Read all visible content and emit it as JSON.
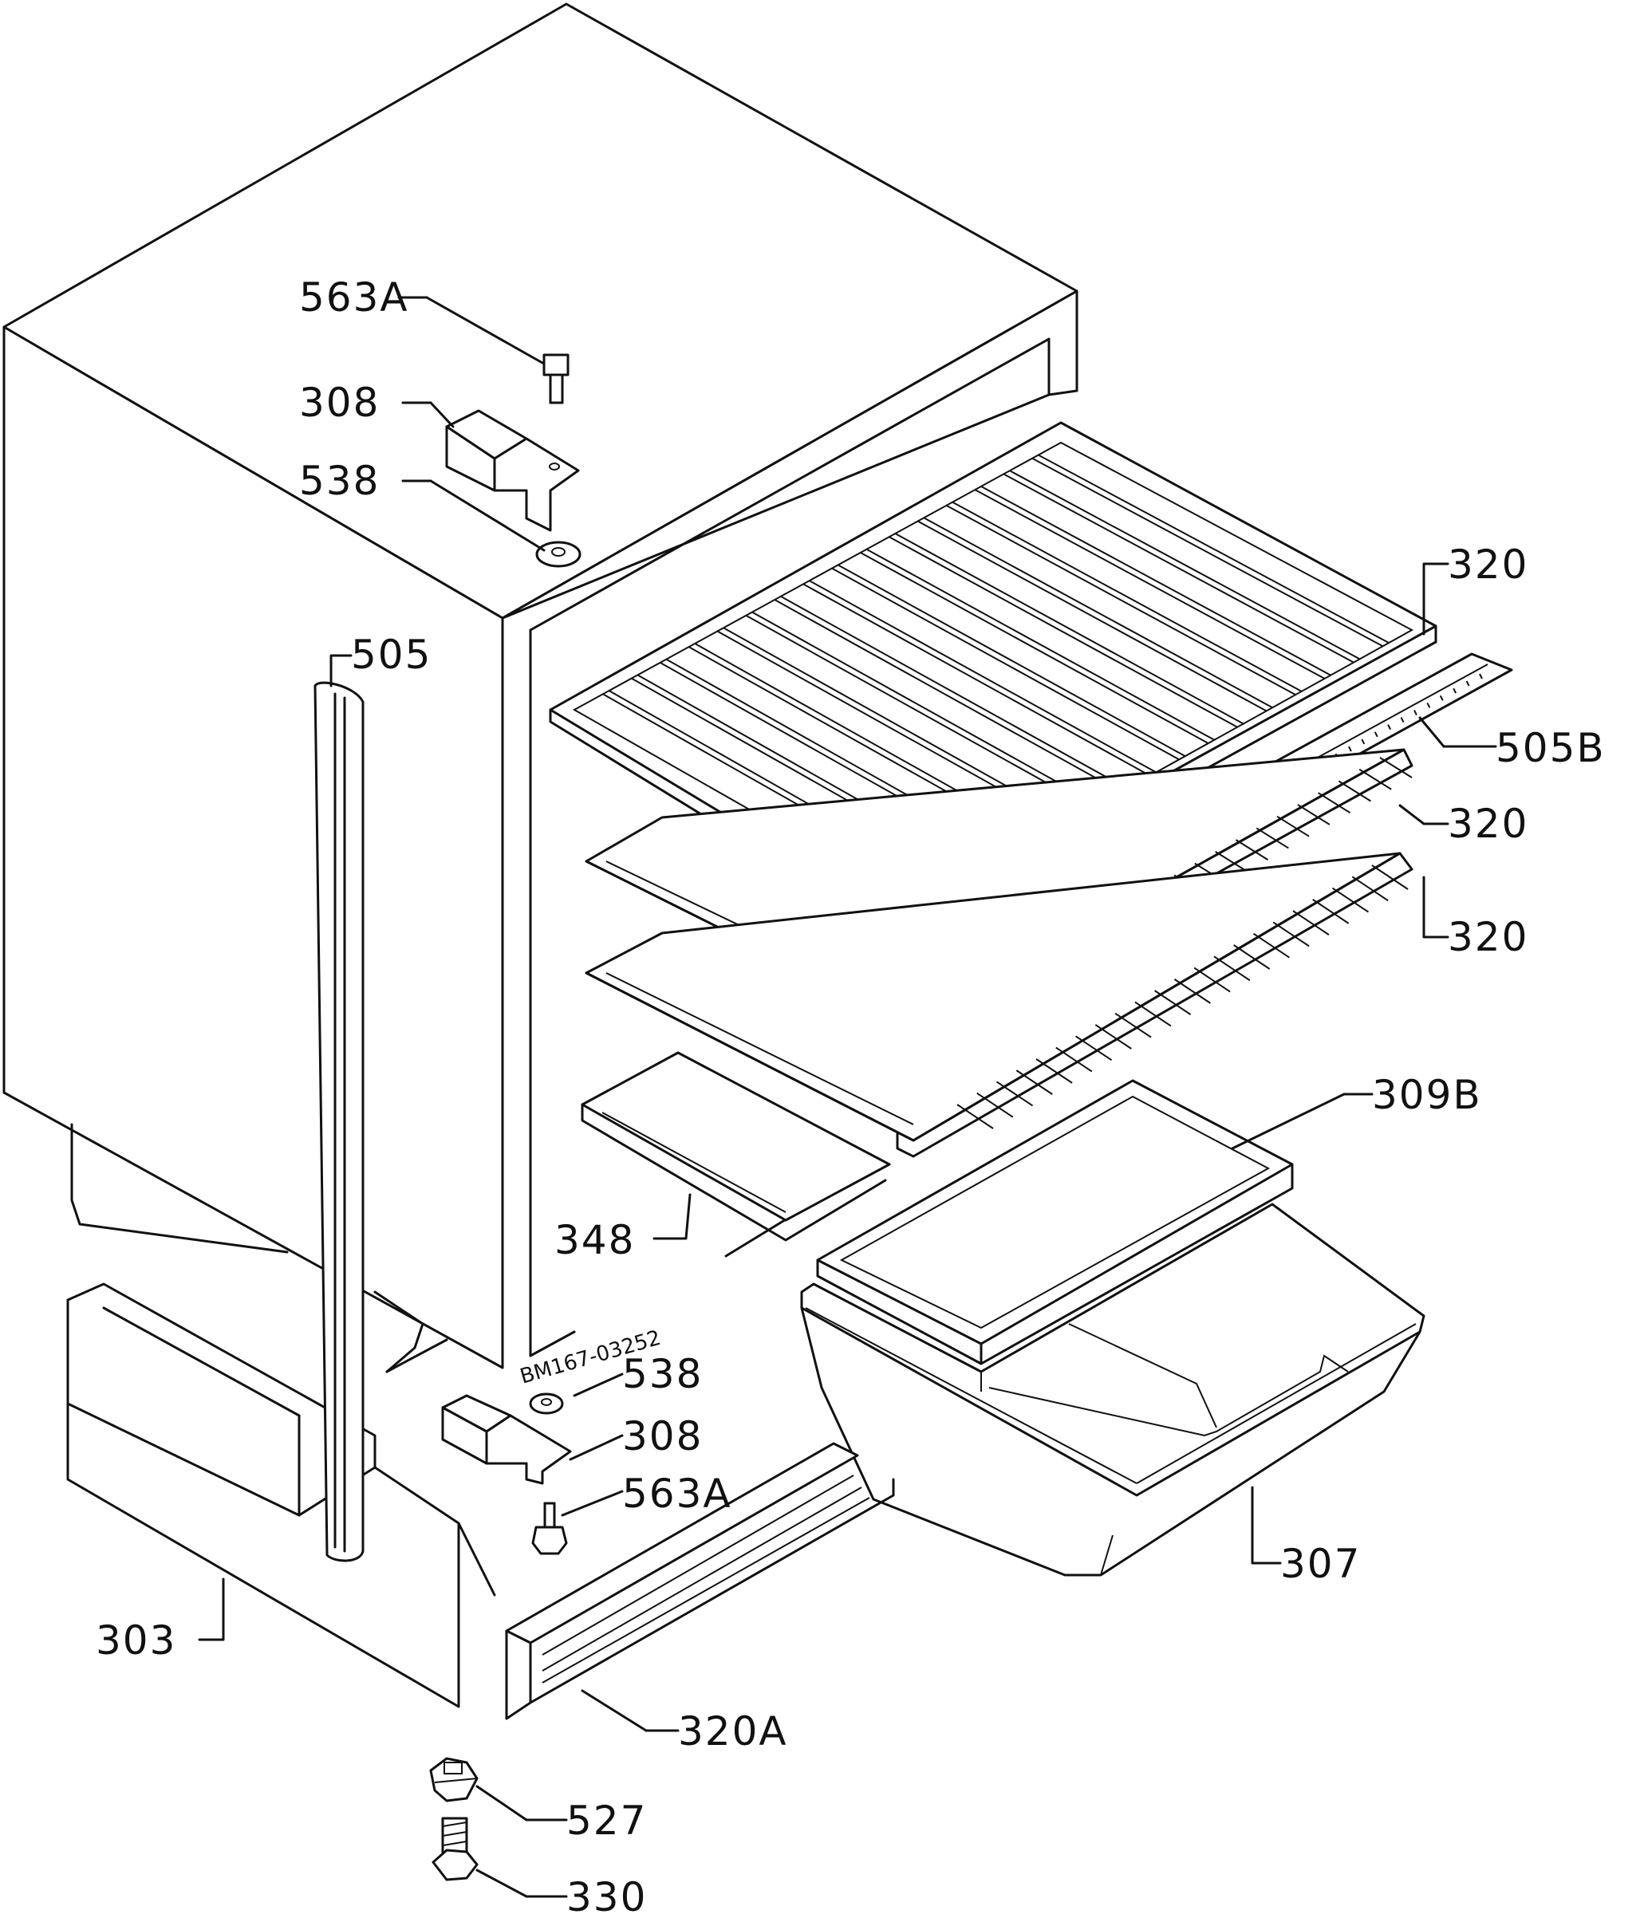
{
  "drawing_code": "BM167-03252",
  "parts": {
    "p563a_top": "563A",
    "p308_top": "308",
    "p538_top": "538",
    "p505": "505",
    "p320_1": "320",
    "p505b": "505B",
    "p320_2": "320",
    "p320_3": "320",
    "p309b": "309B",
    "p348": "348",
    "p538_bot": "538",
    "p308_bot": "308",
    "p563a_bot": "563A",
    "p307": "307",
    "p303": "303",
    "p320a": "320A",
    "p527": "527",
    "p330": "330"
  }
}
